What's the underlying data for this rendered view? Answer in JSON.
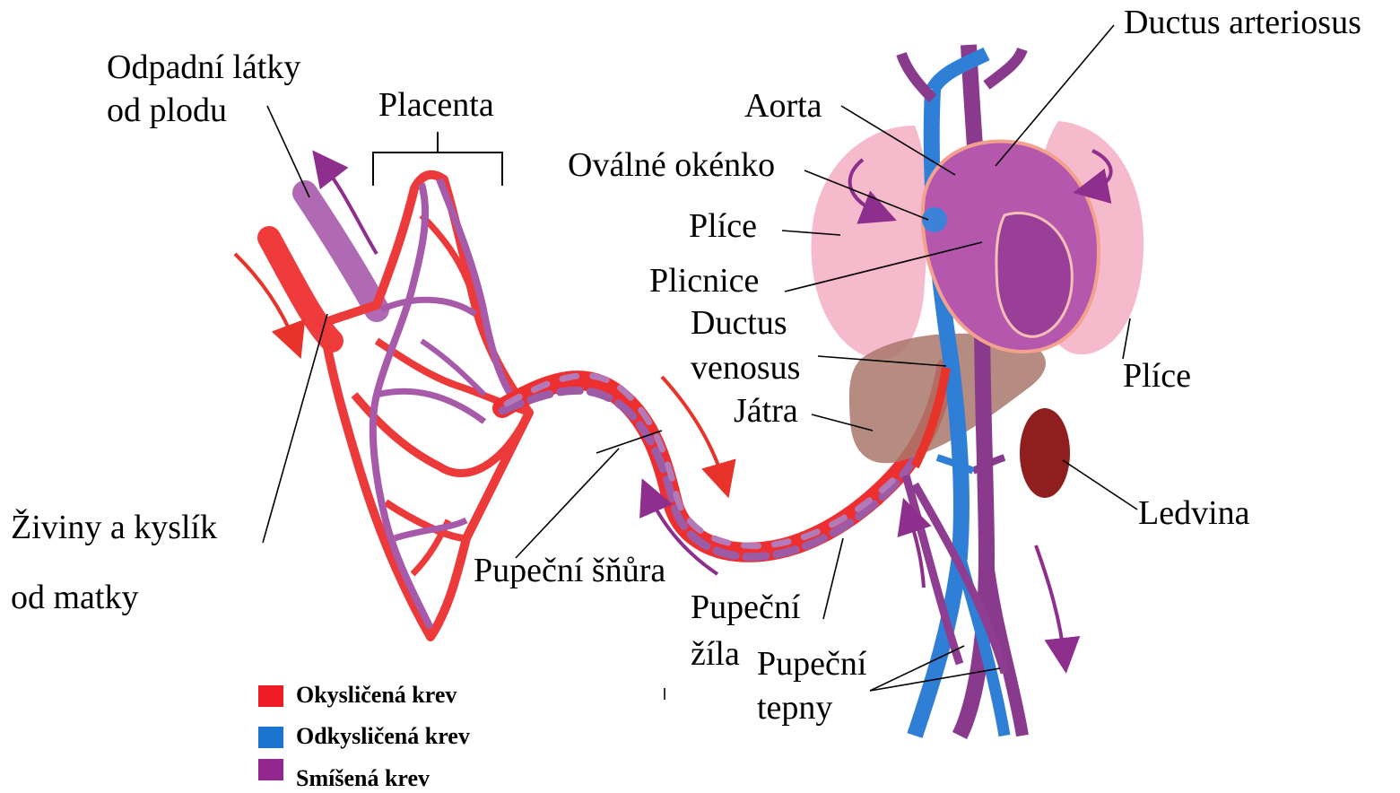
{
  "labels": {
    "waste": [
      "Odpadní látky",
      "od plodu"
    ],
    "placenta": "Placenta",
    "nutrients": [
      "Živiny a kyslík",
      "od matky"
    ],
    "cord": "Pupeční šňůra",
    "umbilical_vein": [
      "Pupeční",
      "žíla"
    ],
    "umbilical_arteries": [
      "Pupeční",
      "tepny"
    ],
    "ductus_arteriosus": "Ductus arteriosus",
    "aorta": "Aorta",
    "foramen_ovale": "Oválné okénko",
    "lung_left": "Plíce",
    "pulmonary_trunk": "Plicnice",
    "ductus_venosus": [
      "Ductus",
      "venosus"
    ],
    "liver": "Játra",
    "lung_right": "Plíce",
    "kidney": "Ledvina"
  },
  "legend": [
    {
      "label": "Okysličená krev",
      "color": "#ee1c24"
    },
    {
      "label": "Odkysličená krev",
      "color": "#1b75d0"
    },
    {
      "label": "Smíšená krev",
      "color": "#92278f"
    }
  ],
  "colors": {
    "oxygenated": "#ee1c24",
    "deoxygenated": "#1b75d0",
    "mixed": "#92278f",
    "lung": "#f2a9c0",
    "liver": "#9b6b5e",
    "kidney": "#8b1a1a"
  }
}
